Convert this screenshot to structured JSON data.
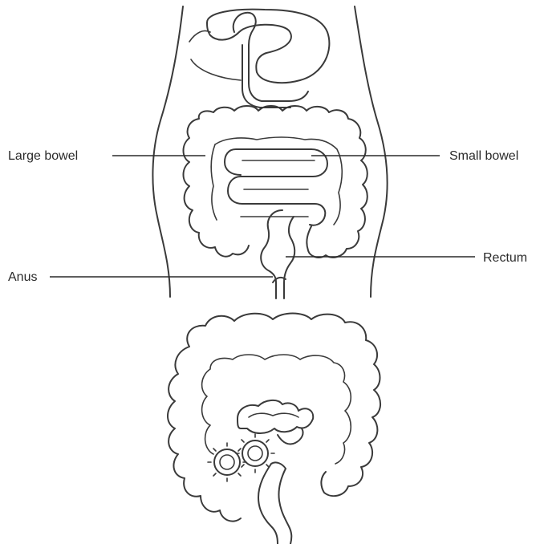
{
  "labels": {
    "large_bowel": "Large bowel",
    "small_bowel": "Small bowel",
    "anus": "Anus",
    "rectum": "Rectum"
  },
  "colors": {
    "outline": "#3a3a3a",
    "text": "#2a2a2a",
    "background": "#ffffff"
  }
}
